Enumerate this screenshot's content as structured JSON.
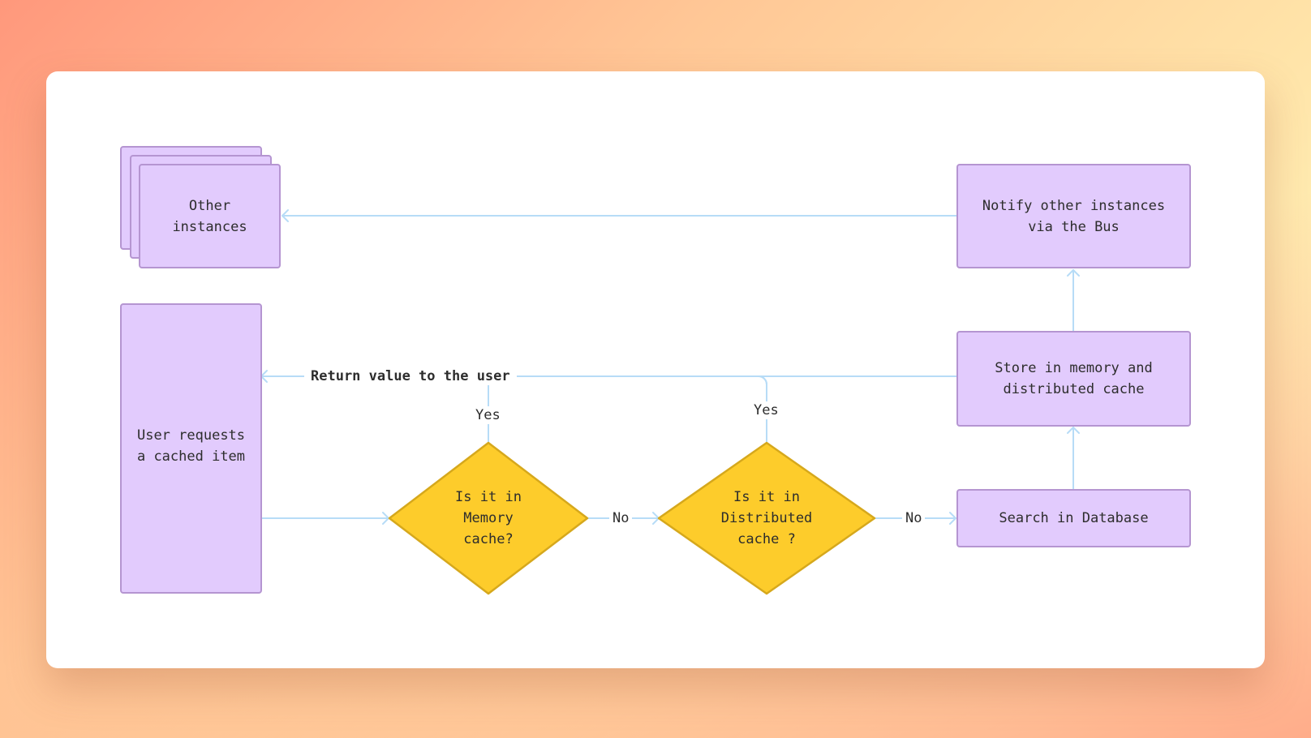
{
  "colors": {
    "process_fill": "#e2cbfd",
    "process_border": "#b595d1",
    "decision_fill": "#fdcc2b",
    "decision_border": "#d6a81c",
    "connector": "#b7dcf7"
  },
  "nodes": {
    "other_instances": "Other\ninstances",
    "notify": "Notify other instances\nvia the Bus",
    "store": "Store in memory and\ndistributed cache",
    "user_request": "User requests\na cached item",
    "memory_check": "Is it in\nMemory\ncache?",
    "distributed_check": "Is it in\nDistributed\ncache ?",
    "search_db": "Search in Database"
  },
  "edges": {
    "return_label": "Return value to the user",
    "yes_memory": "Yes",
    "yes_distributed": "Yes",
    "no_memory": "No",
    "no_distributed": "No"
  }
}
